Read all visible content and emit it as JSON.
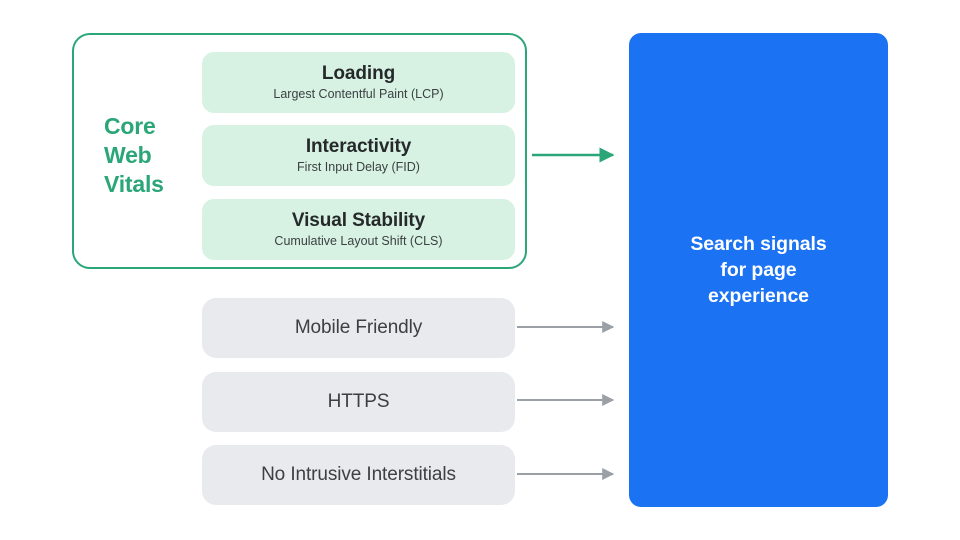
{
  "diagram": {
    "title": "Search signals for page experience",
    "colors": {
      "green": "#2BA678",
      "mint": "#D7F2E2",
      "gray_box": "#E8EAED",
      "gray_arrow": "#9AA0A6",
      "blue": "#1B72F3",
      "text_dark": "#3C4043",
      "white": "#FFFFFF",
      "background": "#FFFFFF"
    }
  },
  "core_web_vitals": {
    "group_label": "Core Web Vitals",
    "group_label_lines": [
      "Core",
      "Web",
      "Vitals"
    ],
    "items": [
      {
        "title": "Loading",
        "subtitle": "Largest Contentful Paint (LCP)"
      },
      {
        "title": "Interactivity",
        "subtitle": "First Input Delay (FID)"
      },
      {
        "title": "Visual Stability",
        "subtitle": "Cumulative Layout Shift (CLS)"
      }
    ]
  },
  "other_signals": [
    {
      "label": "Mobile Friendly"
    },
    {
      "label": "HTTPS"
    },
    {
      "label": "No Intrusive Interstitials"
    }
  ],
  "outcome": {
    "text": "Search signals\nfor page\nexperience"
  },
  "connectors": [
    {
      "name": "core-web-vitals-arrow",
      "color": "#2BA678"
    },
    {
      "name": "mobile-friendly-arrow",
      "color": "#9AA0A6"
    },
    {
      "name": "https-arrow",
      "color": "#9AA0A6"
    },
    {
      "name": "no-intrusive-interstitials-arrow",
      "color": "#9AA0A6"
    }
  ]
}
